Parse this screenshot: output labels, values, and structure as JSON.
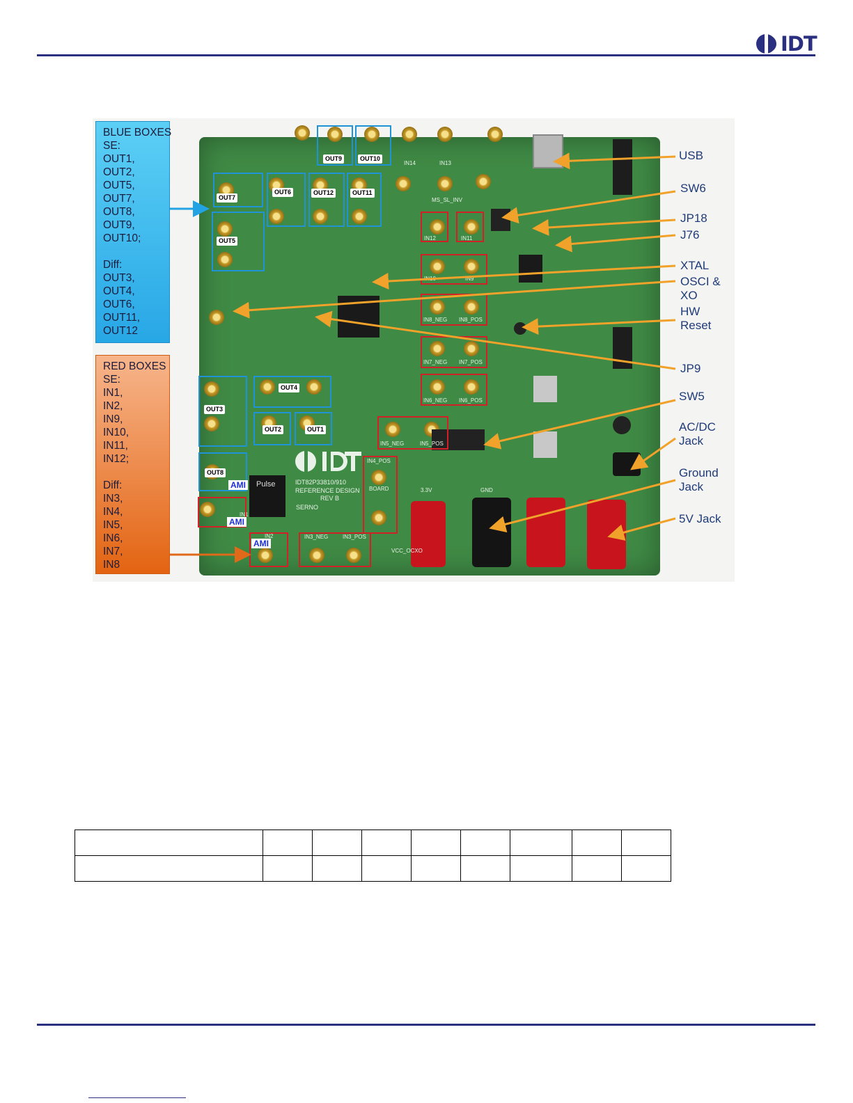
{
  "logo": {
    "text": "IDT"
  },
  "figure": {
    "legend_blue": "BLUE BOXES\nSE:\nOUT1,\nOUT2,\nOUT5,\nOUT7,\nOUT8,\nOUT9,\nOUT10;\n\nDiff:\nOUT3,\nOUT4,\nOUT6,\nOUT11,\nOUT12",
    "legend_red": "RED BOXES\nSE:\nIN1,\nIN2,\nIN9,\nIN10,\nIN11,\nIN12;\n\nDiff:\nIN3,\nIN4,\nIN5,\nIN6,\nIN7,\nIN8",
    "callouts": {
      "usb": "USB",
      "sw6": "SW6",
      "jp18": "JP18",
      "j76": "J76",
      "xtal": "XTAL",
      "osci": "OSCI &\nXO",
      "hw_reset": "HW\nReset",
      "jp9": "JP9",
      "sw5": "SW5",
      "acdc": "AC/DC\nJack",
      "ground": "Ground\nJack",
      "jack5v": "5V Jack"
    },
    "tags": {
      "out9": "OUT9",
      "out10": "OUT10",
      "out7": "OUT7",
      "out6": "OUT6",
      "out12": "OUT12",
      "out11": "OUT11",
      "out5": "OUT5",
      "out4": "OUT4",
      "out3": "OUT3",
      "out2": "OUT2",
      "out1": "OUT1",
      "out8": "OUT8",
      "ami": "AMI"
    },
    "silkscreen": {
      "in14": "IN14",
      "in13": "IN13",
      "in12": "IN12",
      "in11": "IN11",
      "in10": "IN10",
      "in9": "IN9",
      "in8_neg": "IN8_NEG",
      "in8_pos": "IN8_POS",
      "in7_neg": "IN7_NEG",
      "in7_pos": "IN7_POS",
      "in6_neg": "IN6_NEG",
      "in6_pos": "IN6_POS",
      "in5_neg": "IN5_NEG",
      "in5_pos": "IN5_POS",
      "in4_pos": "IN4_POS",
      "in3_neg": "IN3_NEG",
      "in3_pos": "IN3_POS",
      "in2": "IN2",
      "in1": "IN1",
      "board_line1": "IDT82P33810/910",
      "board_line2": "REFERENCE DESIGN",
      "board_line3": "REV B",
      "serno": "SERNO",
      "board": "BOARD",
      "gnd": "GND",
      "v33": "3.3V",
      "vcc_ocxo": "VCC_OCXO",
      "ms_sl_inv": "MS_SL_INV",
      "pulse": "Pulse"
    }
  }
}
